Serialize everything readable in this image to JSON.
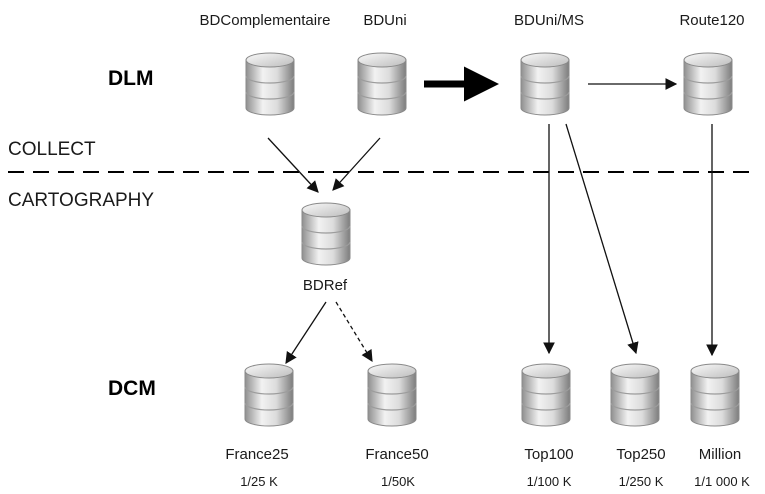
{
  "levels": {
    "dlm": "DLM",
    "dcm": "DCM"
  },
  "zones": {
    "collect": "COLLECT",
    "cartography": "CARTOGRAPHY"
  },
  "databases": {
    "bdcomplementaire": "BDComplementaire",
    "bduni": "BDUni",
    "bduni_ms": "BDUni/MS",
    "route120": "Route120",
    "bdref": "BDRef",
    "france25": "France25",
    "france50": "France50",
    "top100": "Top100",
    "top250": "Top250",
    "million": "Million"
  },
  "scales": {
    "france25": "1/25 K",
    "france50": "1/50K",
    "top100": "1/100 K",
    "top250": "1/250 K",
    "million": "1/1 000 K"
  },
  "colors": {
    "cylinder_light": "#e6e6e6",
    "cylinder_dark": "#9a9a9a",
    "arrow": "#111111"
  }
}
